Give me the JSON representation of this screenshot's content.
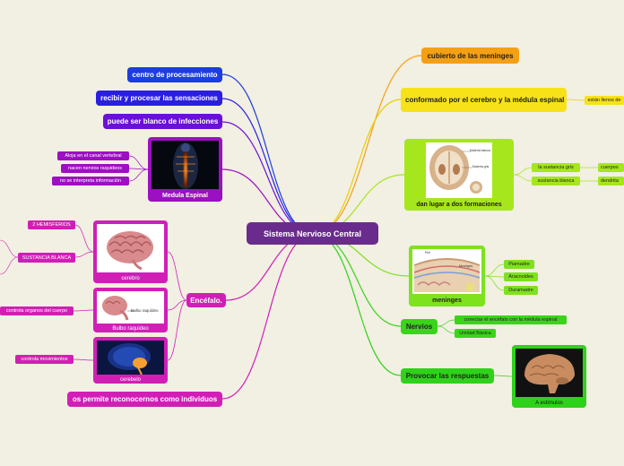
{
  "center": {
    "label": "Sistema Nervioso Central",
    "color": "#6a2c8c"
  },
  "left": {
    "procesamiento": "centro de procesamiento",
    "sensaciones": "recibir y procesar las sensaciones",
    "infecciones": "puede ser blanco de infecciones",
    "medula": {
      "label": "Medula Espinal",
      "items": [
        "Aloja en el canal vertebral",
        "nacen nervios raquideos",
        "no se interpreta información"
      ]
    },
    "encefalo": {
      "label": "Encéfalo.",
      "cerebro": {
        "caption": "cerebro",
        "items": [
          "2 HEMISFERIOS",
          "SUSTANCIA BLANCA"
        ]
      },
      "bulbo": {
        "caption": "Bulbo raquideo",
        "image_label": "Bulbo raquídeo",
        "items": [
          "controla organos del cuerpo"
        ]
      },
      "cerebelo": {
        "caption": "cerebelo",
        "items": [
          "controla movimientos"
        ]
      }
    },
    "individuos": "os permite reconocernos como individuos"
  },
  "right": {
    "meninges_cubierto": "cubierto de las meninges",
    "conformado": {
      "label": "conformado por el cerebro y la médula espinal",
      "item": "están llenos de"
    },
    "formaciones": {
      "label": "dan lugar a dos formaciones",
      "image_labels": [
        "Materia blanca",
        "Materia gris"
      ],
      "items": [
        "la sustancia gris",
        "sustancia blanca"
      ],
      "subitems": [
        "cuerpos",
        "dendrita"
      ]
    },
    "meninges": {
      "label": "meninges",
      "image_labels": [
        "Piel",
        "Meninges"
      ],
      "items": [
        "Piamadre",
        "Aracnoides",
        "Duramadre"
      ]
    },
    "nervios": {
      "label": "Nervios",
      "items": [
        "conectar el encéfalo con la médula espinal",
        "Unidad Básica"
      ]
    },
    "respuestas": {
      "label": "Provocar las respuestas",
      "caption": "A estimulos"
    }
  },
  "colors": {
    "blue": "#1c3de0",
    "purple": "#6a10d8",
    "magenta": "#d11fb6",
    "orange": "#f4a015",
    "yellow": "#f7e21a",
    "lime": "#a6e61c",
    "green": "#2fd21a"
  }
}
